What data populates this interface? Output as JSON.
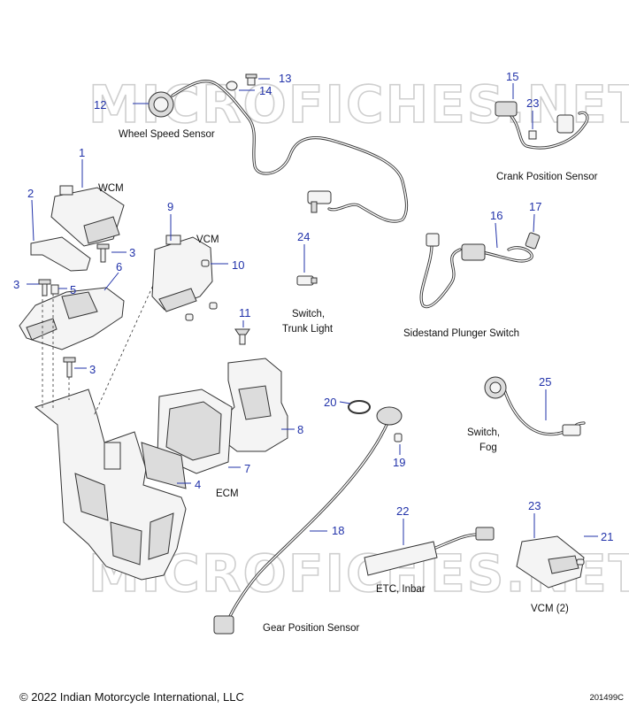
{
  "watermark": "MICROFICHES.NET",
  "copyright": "© 2022 Indian Motorcycle International, LLC",
  "diagram_id": "201499C",
  "callouts": [
    "1",
    "2",
    "3",
    "3",
    "3",
    "4",
    "5",
    "6",
    "7",
    "8",
    "9",
    "10",
    "11",
    "12",
    "13",
    "14",
    "15",
    "16",
    "17",
    "18",
    "19",
    "20",
    "21",
    "22",
    "23",
    "23",
    "24",
    "25"
  ],
  "labels": {
    "wheel_speed_sensor": "Wheel Speed Sensor",
    "wcm": "WCM",
    "vcm": "VCM",
    "crank_position_sensor": "Crank Position Sensor",
    "switch_trunk_light_1": "Switch,",
    "switch_trunk_light_2": "Trunk Light",
    "sidestand_plunger_switch": "Sidestand Plunger Switch",
    "ecm": "ECM",
    "switch_fog_1": "Switch,",
    "switch_fog_2": "Fog",
    "etc_inbar": "ETC, Inbar",
    "vcm_2": "VCM (2)",
    "gear_position_sensor": "Gear Position Sensor"
  }
}
